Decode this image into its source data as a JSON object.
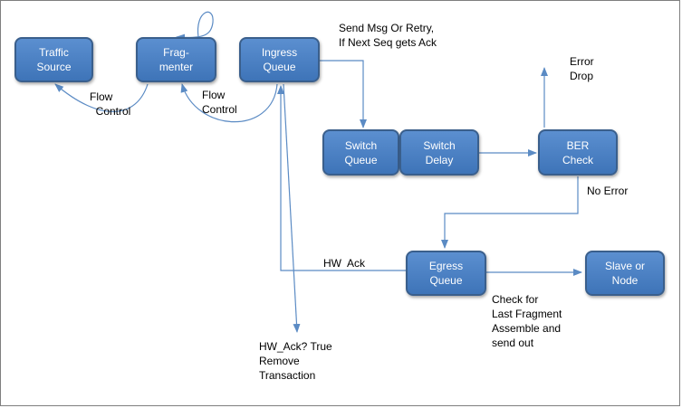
{
  "colors": {
    "node_fill": "#4a80c4",
    "node_border": "#3a5f8c",
    "arrow": "#5b8bc4",
    "text": "#000000"
  },
  "nodes": {
    "traffic_source": "Traffic\nSource",
    "fragmenter": "Frag-\nmenter",
    "ingress_queue": "Ingress\nQueue",
    "switch_queue": "Switch\nQueue",
    "switch_delay": "Switch\nDelay",
    "ber_check": "BER\nCheck",
    "egress_queue": "Egress\nQueue",
    "slave_or_node": "Slave or\nNode"
  },
  "labels": {
    "flow_control_1": "Flow\n  Control",
    "flow_control_2": "Flow\nControl",
    "send_msg": "Send Msg Or Retry,\nIf Next Seq gets Ack",
    "error_drop": "Error\nDrop",
    "no_error": "No Error",
    "hw_ack": "HW  Ack",
    "hw_ack_true": "HW_Ack? True\nRemove\nTransaction",
    "check_last_fragment": "Check for\nLast Fragment\nAssemble and\nsend out"
  }
}
